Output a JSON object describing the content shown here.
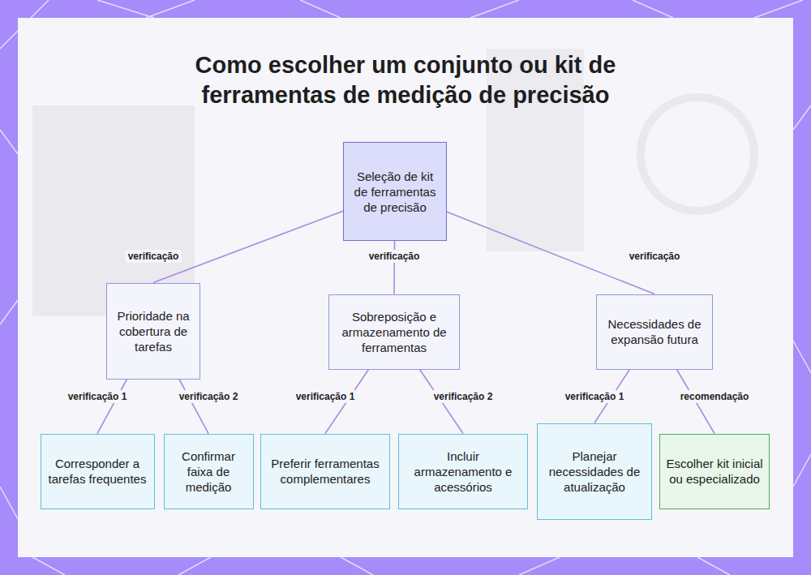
{
  "diagram": {
    "title": "Como escolher um conjunto ou kit de ferramentas de medição de precisão",
    "nodes": [
      {
        "text": [
          "Seleção de kit de ferramentas de precisão"
        ]
      },
      {
        "text": [
          "Prioridade na cobertura de tarefas"
        ]
      },
      {
        "text": [
          "Sobreposição e armazenamento de ferramentas"
        ]
      },
      {
        "text": [
          "Necessidades de expansão futura"
        ]
      },
      {
        "text": [
          "Corresponder a tarefas frequentes"
        ]
      },
      {
        "text": [
          "Confirmar faixa de medição"
        ]
      },
      {
        "text": [
          "Preferir ferramentas complementares"
        ]
      },
      {
        "text": [
          "Incluir armazenamento e acessórios"
        ]
      },
      {
        "text": [
          "Planejar necessidades de atualização"
        ]
      },
      {
        "text": [
          "Escolher kit inicial ou especializado"
        ]
      }
    ],
    "edges": [
      {
        "from": 0,
        "to": 1,
        "label": "verificação",
        "arrow": "none"
      },
      {
        "from": 0,
        "to": 2,
        "label": "verificação",
        "arrow": "none"
      },
      {
        "from": 0,
        "to": 3,
        "label": "verificação",
        "arrow": "none"
      },
      {
        "from": 1,
        "to": 4,
        "label": "verificação 1",
        "arrow": "none"
      },
      {
        "from": 1,
        "to": 5,
        "label": "verificação 2",
        "arrow": "none"
      },
      {
        "from": 2,
        "to": 6,
        "label": "verificação 1",
        "arrow": "none"
      },
      {
        "from": 2,
        "to": 7,
        "label": "verificação 2",
        "arrow": "none"
      },
      {
        "from": 3,
        "to": 8,
        "label": "verificação 1",
        "arrow": "none"
      },
      {
        "from": 3,
        "to": 9,
        "label": "recomendação",
        "arrow": "none"
      }
    ]
  }
}
